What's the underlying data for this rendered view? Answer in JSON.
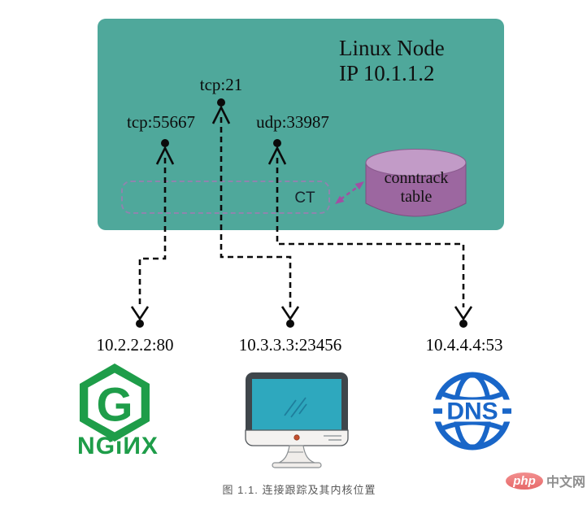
{
  "diagram": {
    "node": {
      "title_line1": "Linux Node",
      "title_line2": "IP 10.1.1.2",
      "ports": [
        {
          "protocol": "tcp",
          "port": "55667",
          "label": "tcp:55667"
        },
        {
          "protocol": "tcp",
          "port": "21",
          "label": "tcp:21"
        },
        {
          "protocol": "udp",
          "port": "33987",
          "label": "udp:33987"
        }
      ],
      "ct_label": "CT",
      "conntrack_table": {
        "line1": "conntrack",
        "line2": "table"
      }
    },
    "endpoints": [
      {
        "address": "10.2.2.2:80",
        "icon": "nginx-logo",
        "logo_letter": "G",
        "wordmark": "NGiИX"
      },
      {
        "address": "10.3.3.3:23456",
        "icon": "computer-monitor"
      },
      {
        "address": "10.4.4.4:53",
        "icon": "dns-globe",
        "icon_label": "DNS"
      }
    ],
    "caption": "图 1.1. 连接跟踪及其内核位置"
  },
  "watermark": {
    "badge": "php",
    "suffix": "中文网"
  },
  "colors": {
    "node_fill": "#4FA89B",
    "cylinder_body": "#9C67A0",
    "cylinder_top": "#C29BC7",
    "ct_border": "#8F84AE",
    "ct_arrow_purple": "#A14FA3",
    "connector_black": "#0B0B0B",
    "nginx_green": "#1E9D49",
    "monitor_screen": "#2EA8BE",
    "monitor_frame": "#3F464B",
    "dns_blue": "#1966C8",
    "watermark_pink": "#EE7C7C",
    "caption_gray": "#595959"
  }
}
